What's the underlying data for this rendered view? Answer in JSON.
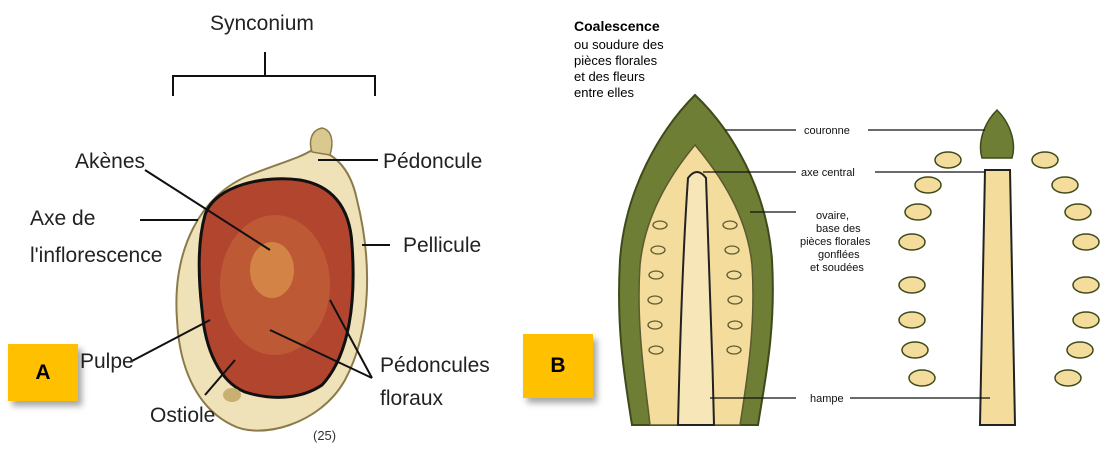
{
  "figure_a": {
    "title": "Synconium",
    "labels": {
      "akenes": "Akènes",
      "pedoncule": "Pédoncule",
      "axe_line1": "Axe de",
      "axe_line2": "l'inflorescence",
      "pellicule": "Pellicule",
      "pulpe": "Pulpe",
      "pedoncules_line1": "Pédoncules",
      "pedoncules_line2": "floraux",
      "ostiole": "Ostiole",
      "ref": "(25)"
    },
    "badge": "A"
  },
  "figure_b": {
    "title": "Coalescence",
    "subtitle_lines": [
      "ou soudure des",
      "pièces florales",
      "et des fleurs",
      "entre elles"
    ],
    "labels": {
      "couronne": "couronne",
      "axe_central": "axe central",
      "ovaire_lines": [
        "ovaire,",
        "base des",
        "pièces florales",
        "gonflées",
        "et soudées"
      ],
      "hampe": "hampe"
    },
    "badge": "B"
  },
  "colors": {
    "badge": "#ffc000",
    "fig_flesh": "#b2452e",
    "fig_skin": "#efe2b8",
    "leaf_green": "#6f7e35",
    "pineapple_flesh": "#f4dd9c"
  }
}
